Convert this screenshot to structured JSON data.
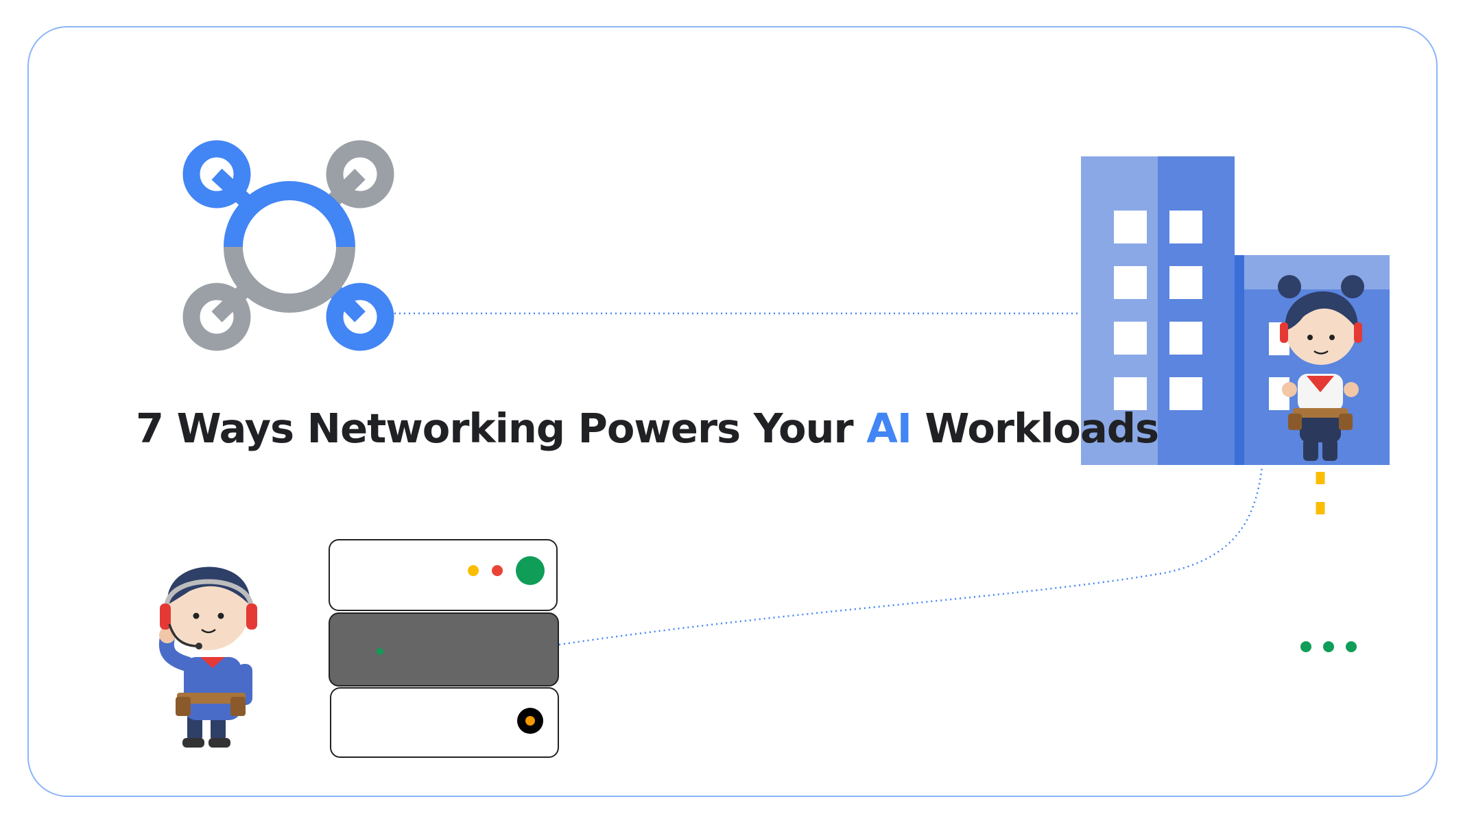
{
  "headline": {
    "before": "7 Ways Networking Powers Your ",
    "highlight": "AI",
    "after": " Workloads"
  },
  "colors": {
    "accent_blue": "#4285f4",
    "building_light": "#8aa8e6",
    "building_dark": "#5b85de",
    "hub_gray": "#9aa0a6",
    "server_dark": "#666666",
    "status_green": "#0f9d58",
    "status_red": "#ea4335",
    "status_yellow": "#fbbc04",
    "frame_border": "#8ab4f8",
    "text": "#202124"
  },
  "icons": [
    "network-hub-icon",
    "office-building-icon",
    "server-rack-icon",
    "support-technician-figure",
    "builder-character-figure",
    "ellipsis-dots-icon"
  ]
}
